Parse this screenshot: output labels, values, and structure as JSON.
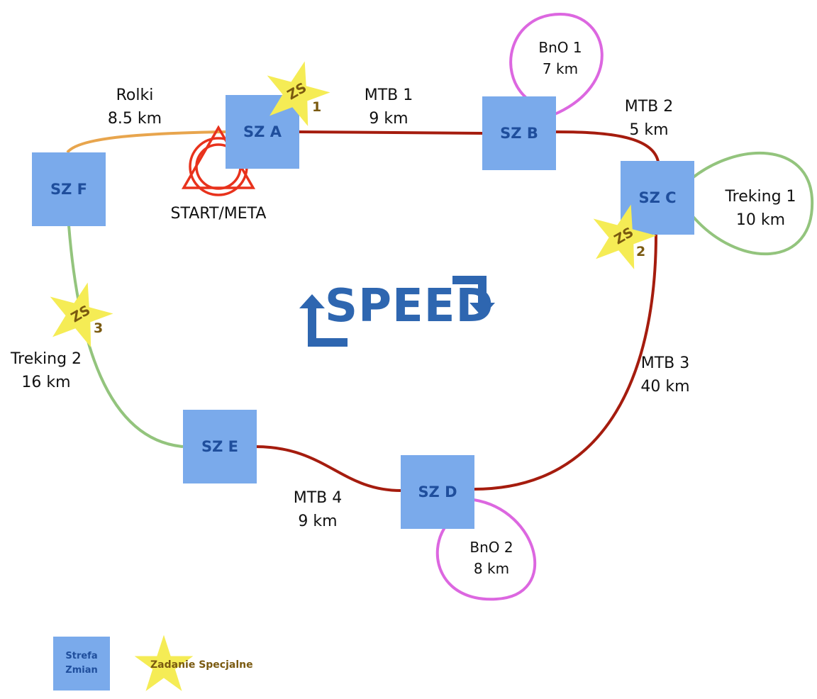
{
  "zones": {
    "a": "SZ A",
    "b": "SZ B",
    "c": "SZ C",
    "d": "SZ D",
    "e": "SZ E",
    "f": "SZ F"
  },
  "segments": {
    "rolki": {
      "name": "Rolki",
      "dist": "8.5 km"
    },
    "mtb1": {
      "name": "MTB 1",
      "dist": "9 km"
    },
    "bno1": {
      "name": "BnO 1",
      "dist": "7 km"
    },
    "mtb2": {
      "name": "MTB 2",
      "dist": "5 km"
    },
    "treking1": {
      "name": "Treking 1",
      "dist": "10 km"
    },
    "mtb3": {
      "name": "MTB 3",
      "dist": "40 km"
    },
    "bno2": {
      "name": "BnO 2",
      "dist": "8 km"
    },
    "mtb4": {
      "name": "MTB 4",
      "dist": "9 km"
    },
    "treking2": {
      "name": "Treking 2",
      "dist": "16 km"
    }
  },
  "start_label": "START/META",
  "special_tasks": {
    "zs1": {
      "prefix": "ZS",
      "num": "1"
    },
    "zs2": {
      "prefix": "ZS",
      "num": "2"
    },
    "zs3": {
      "prefix": "ZS",
      "num": "3"
    }
  },
  "logo_text": "SPEED",
  "legend": {
    "zone_line1": "Strefa",
    "zone_line2": "Zmian",
    "star_label": "Zadanie Specjalne"
  },
  "colors": {
    "mtb": "#a51c0e",
    "treking": "#93c47d",
    "bno": "#dc67e0",
    "rolki": "#e8a54d",
    "zone": "#7aaaeb",
    "star": "#f5ec55",
    "start": "#e8321c",
    "logo": "#2e66b0"
  }
}
